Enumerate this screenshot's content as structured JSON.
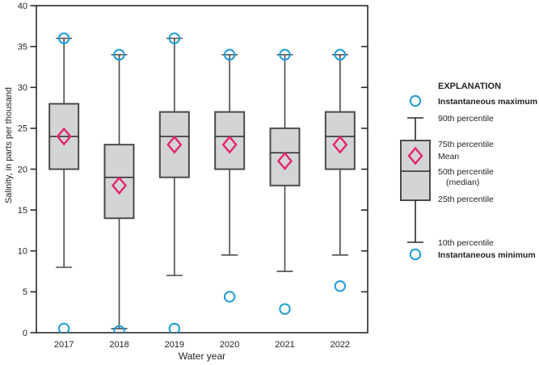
{
  "chart_data": {
    "type": "boxplot",
    "title": "",
    "xlabel": "Water year",
    "ylabel": "Salinity, in parts per thousand",
    "ylim": [
      0,
      40
    ],
    "yticks": [
      0,
      5,
      10,
      15,
      20,
      25,
      30,
      35,
      40
    ],
    "grid": false,
    "categories": [
      "2017",
      "2018",
      "2019",
      "2020",
      "2021",
      "2022"
    ],
    "series": [
      {
        "year": "2017",
        "instantaneous_maximum": 36,
        "p90": 36,
        "p75": 28,
        "p50_median": 24,
        "mean": 24,
        "p25": 20,
        "p10": 8,
        "instantaneous_minimum": 0.5
      },
      {
        "year": "2018",
        "instantaneous_maximum": 34,
        "p90": 34,
        "p75": 23,
        "p50_median": 19,
        "mean": 18,
        "p25": 14,
        "p10": 0.5,
        "instantaneous_minimum": 0.2
      },
      {
        "year": "2019",
        "instantaneous_maximum": 36,
        "p90": 36,
        "p75": 27,
        "p50_median": 24,
        "mean": 23,
        "p25": 19,
        "p10": 7,
        "instantaneous_minimum": 0.5
      },
      {
        "year": "2020",
        "instantaneous_maximum": 34,
        "p90": 34,
        "p75": 27,
        "p50_median": 24,
        "mean": 23,
        "p25": 20,
        "p10": 9.5,
        "instantaneous_minimum": 4.4
      },
      {
        "year": "2021",
        "instantaneous_maximum": 34,
        "p90": 34,
        "p75": 25,
        "p50_median": 22,
        "mean": 21,
        "p25": 18,
        "p10": 7.5,
        "instantaneous_minimum": 2.9
      },
      {
        "year": "2022",
        "instantaneous_maximum": 34,
        "p90": 34,
        "p75": 27,
        "p50_median": 24,
        "mean": 23,
        "p25": 20,
        "p10": 9.5,
        "instantaneous_minimum": 5.7
      }
    ]
  },
  "legend": {
    "title": "EXPLANATION",
    "instantaneous_maximum": "Instantaneous maximum",
    "p90": "90th percentile",
    "p75": "75th percentile",
    "mean": "Mean",
    "p50": "50th percentile",
    "p50_sub": "(median)",
    "p25": "25th percentile",
    "p10": "10th percentile",
    "instantaneous_minimum": "Instantaneous minimum"
  },
  "colors": {
    "circle_blue": "#1e9cd7",
    "diamond_pink": "#e5246e",
    "box_fill": "#d3d4d6",
    "box_stroke": "#4b4b4d",
    "whisker": "#4b4b4d",
    "axis": "#2a2a2a",
    "text": "#231f20"
  }
}
